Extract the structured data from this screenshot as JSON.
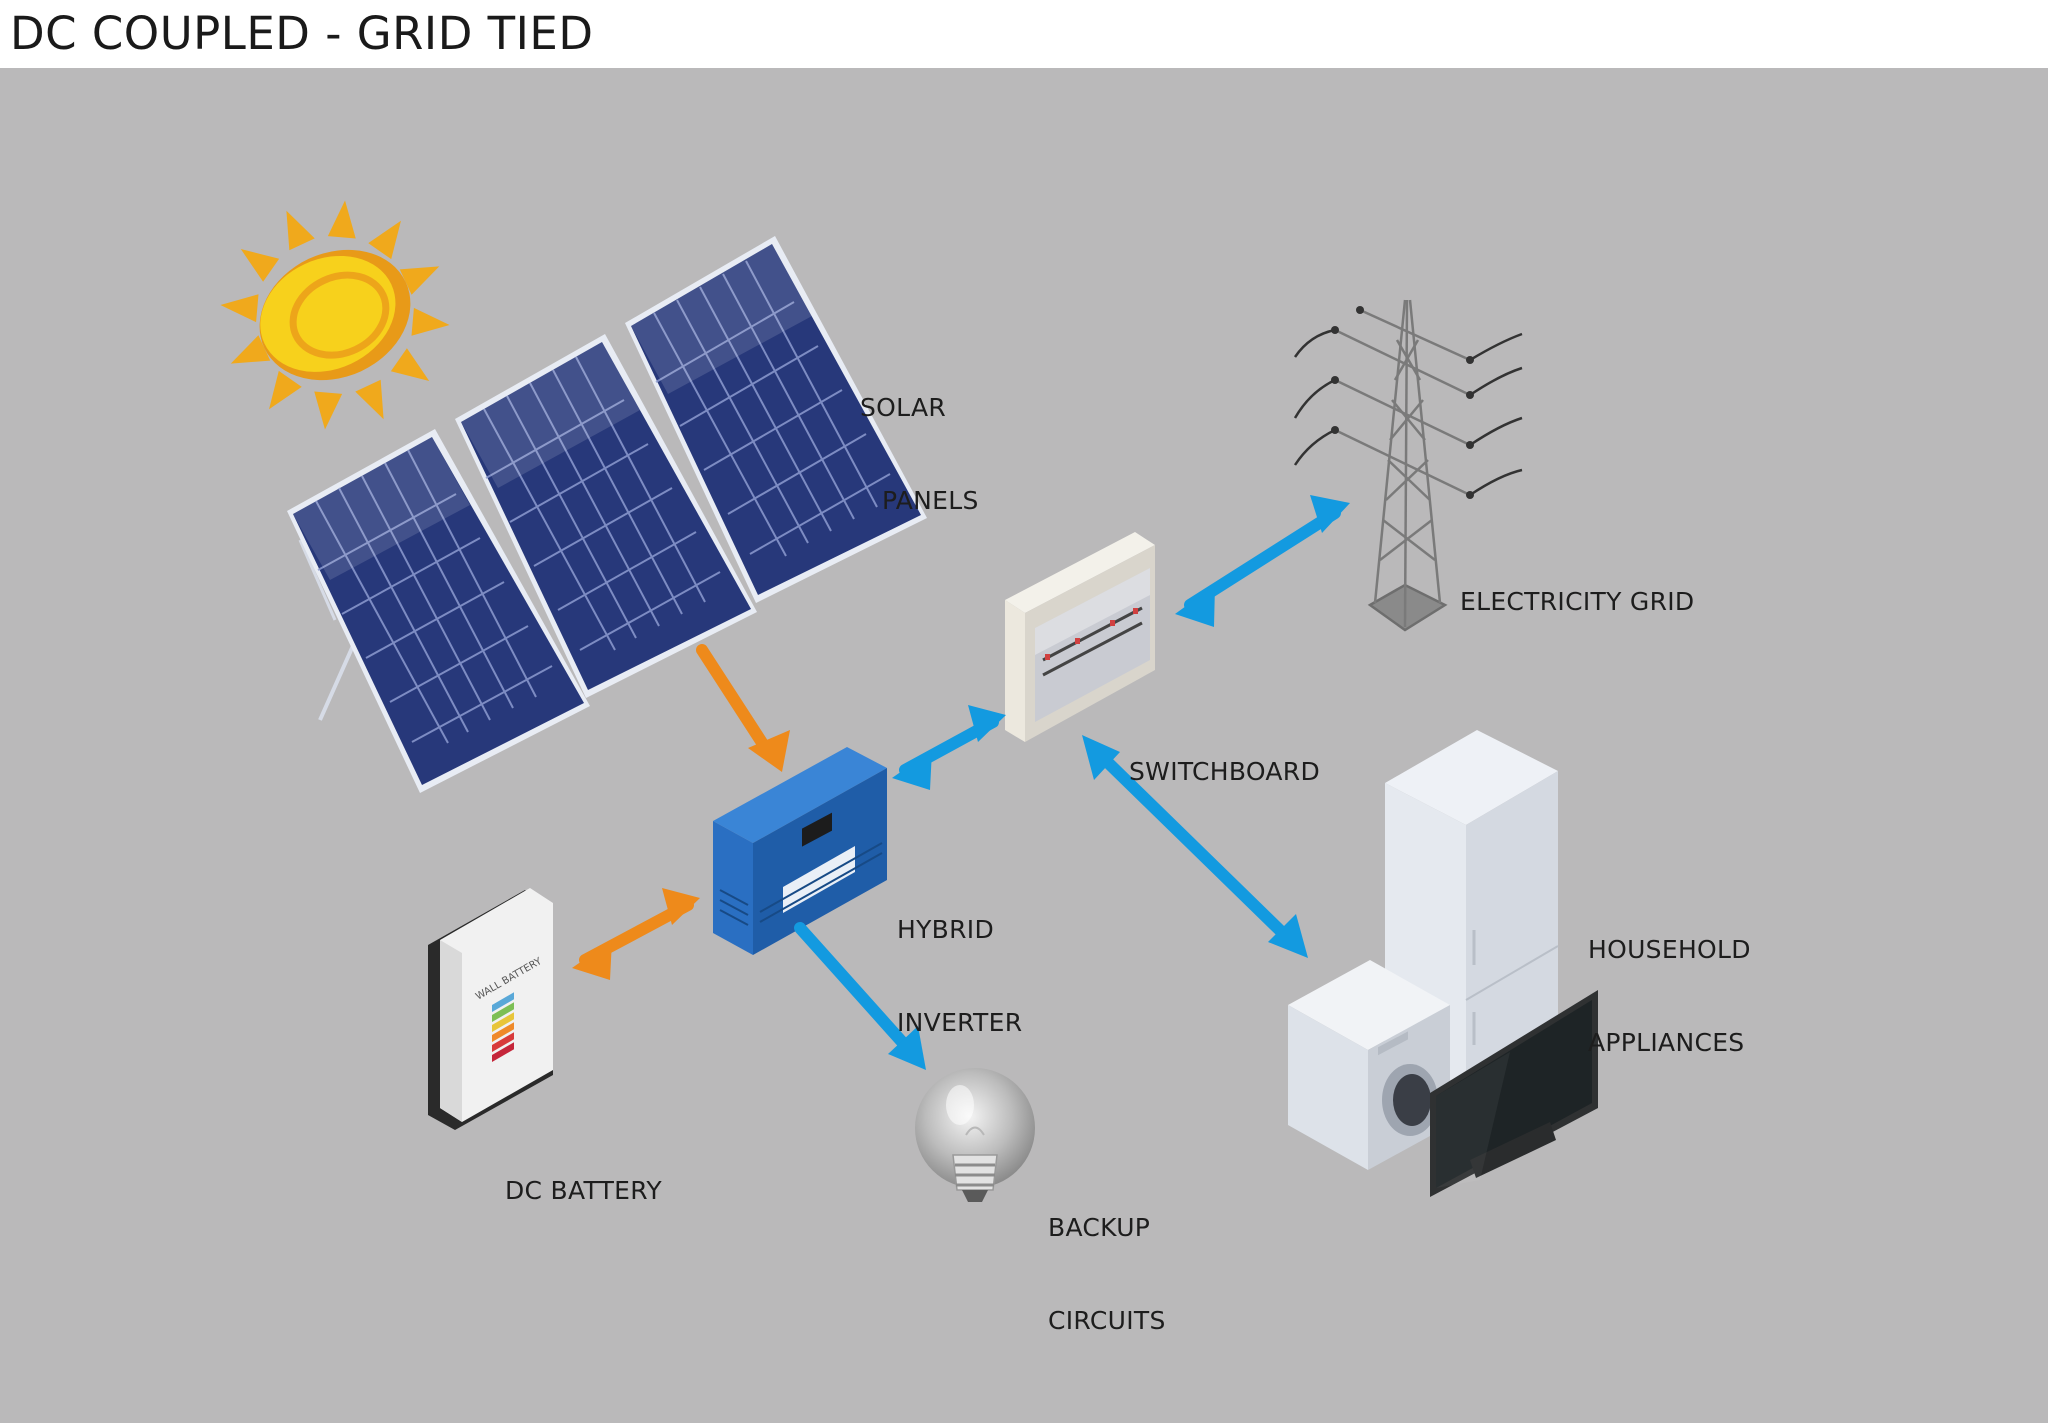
{
  "title": "DC COUPLED - GRID TIED",
  "colors": {
    "background": "#bab9ba",
    "solar_flow": "#ee8a1b",
    "grid_flow": "#139ae0",
    "panel": "#2b3c80",
    "inverter": "#2a6fc2",
    "sun": "#f7d11c"
  },
  "nodes": {
    "solar_panels": {
      "line1": "SOLAR",
      "line2": "PANELS",
      "icon": "solar-panel-icon"
    },
    "electricity_grid": {
      "label": "ELECTRICITY GRID",
      "icon": "power-pylon-icon"
    },
    "switchboard": {
      "label": "SWITCHBOARD",
      "icon": "switchboard-icon"
    },
    "hybrid_inverter": {
      "line1": "HYBRID",
      "line2": "INVERTER",
      "icon": "inverter-icon"
    },
    "household_appliances": {
      "line1": "HOUSEHOLD",
      "line2": "APPLIANCES",
      "icon": "appliances-icon"
    },
    "dc_battery": {
      "label": "DC BATTERY",
      "device_text": "WALL BATTERY",
      "icon": "wall-battery-icon"
    },
    "backup_circuits": {
      "line1": "BACKUP",
      "line2": "CIRCUITS",
      "icon": "light-bulb-icon"
    }
  },
  "flows": [
    {
      "from": "solar_panels",
      "to": "hybrid_inverter",
      "direction": "one-way",
      "color": "orange"
    },
    {
      "from": "dc_battery",
      "to": "hybrid_inverter",
      "direction": "two-way",
      "color": "orange"
    },
    {
      "from": "hybrid_inverter",
      "to": "switchboard",
      "direction": "two-way",
      "color": "blue"
    },
    {
      "from": "switchboard",
      "to": "electricity_grid",
      "direction": "two-way",
      "color": "blue"
    },
    {
      "from": "switchboard",
      "to": "household_appliances",
      "direction": "two-way",
      "color": "blue"
    },
    {
      "from": "hybrid_inverter",
      "to": "backup_circuits",
      "direction": "one-way",
      "color": "blue"
    }
  ]
}
